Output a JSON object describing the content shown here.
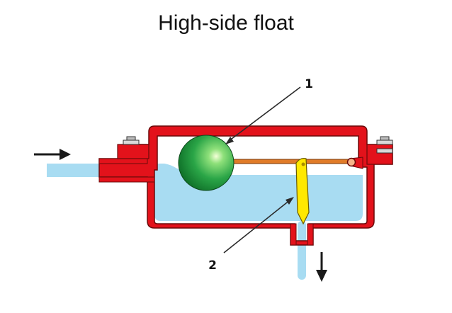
{
  "title": "High-side float",
  "callouts": [
    {
      "id": "1",
      "label": "1",
      "target": "float ball"
    },
    {
      "id": "2",
      "label": "2",
      "target": "needle valve"
    }
  ],
  "colors": {
    "housing": "#e3121b",
    "housing_outline": "#6b0a0a",
    "liquid": "#a8dcf2",
    "float": "#1f9a3c",
    "lever": "#e07b28",
    "needle": "#ffe800",
    "bolt": "#d9d9d9",
    "arrow": "#1a1a1a"
  },
  "icons": {
    "inlet": "arrow-right-icon",
    "outlet": "arrow-down-icon"
  }
}
